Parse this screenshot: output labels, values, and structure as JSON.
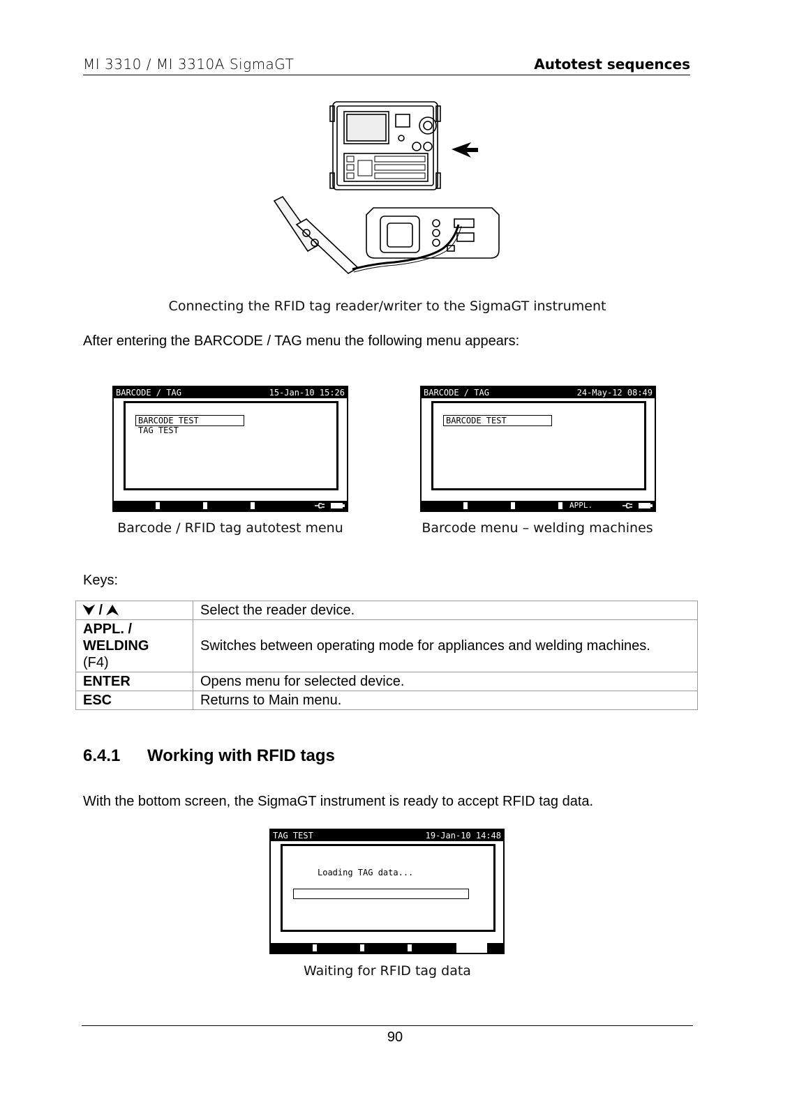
{
  "header": {
    "left": "MI 3310 / MI 3310A SigmaGT",
    "right": "Autotest sequences"
  },
  "figure1": {
    "caption": "Connecting the RFID tag reader/writer to the SigmaGT instrument"
  },
  "intro_text": "After entering the BARCODE / TAG menu the following menu appears:",
  "screen1": {
    "title": "BARCODE / TAG",
    "datetime": "15-Jan-10 15:26",
    "items": [
      "BARCODE TEST",
      "TAG TEST"
    ],
    "caption": "Barcode / RFID tag autotest menu"
  },
  "screen2": {
    "title": "BARCODE / TAG",
    "datetime": "24-May-12 08:49",
    "items": [
      "BARCODE TEST"
    ],
    "softkey_f4": "APPL.",
    "caption": "Barcode menu – welding machines"
  },
  "keys_label": "Keys:",
  "keys_table": [
    {
      "key": "⮟ / ⮝",
      "key_note": "",
      "desc": "Select the reader device."
    },
    {
      "key": "APPL. / WELDING",
      "key_note": "(F4)",
      "desc": "Switches between operating mode for appliances and welding machines."
    },
    {
      "key": "ENTER",
      "key_note": "",
      "desc": "Opens menu for selected device."
    },
    {
      "key": "ESC",
      "key_note": "",
      "desc": "Returns to Main menu."
    }
  ],
  "section": {
    "number": "6.4.1",
    "title": "Working with RFID tags"
  },
  "section_text": "With the bottom screen, the SigmaGT instrument is ready to accept RFID tag data.",
  "screen3": {
    "title": "TAG TEST",
    "datetime": "19-Jan-10 14:48",
    "message": "Loading TAG data...",
    "caption": "Waiting for RFID tag data"
  },
  "footer": {
    "page_number": "90"
  }
}
